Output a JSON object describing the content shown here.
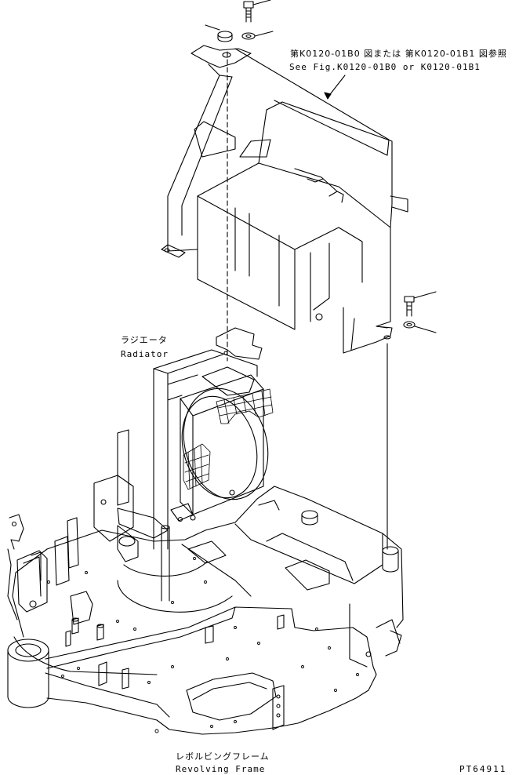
{
  "labels": {
    "ref_jp": "第K0120-01B0 図または 第K0120-01B1 図参照",
    "ref_en": "See Fig.K0120-01B0 or K0120-01B1",
    "radiator_jp": "ラジエータ",
    "radiator_en": "Radiator",
    "frame_jp": "レボルビングフレーム",
    "frame_en": "Revolving Frame",
    "figure_code": "PT64911"
  }
}
